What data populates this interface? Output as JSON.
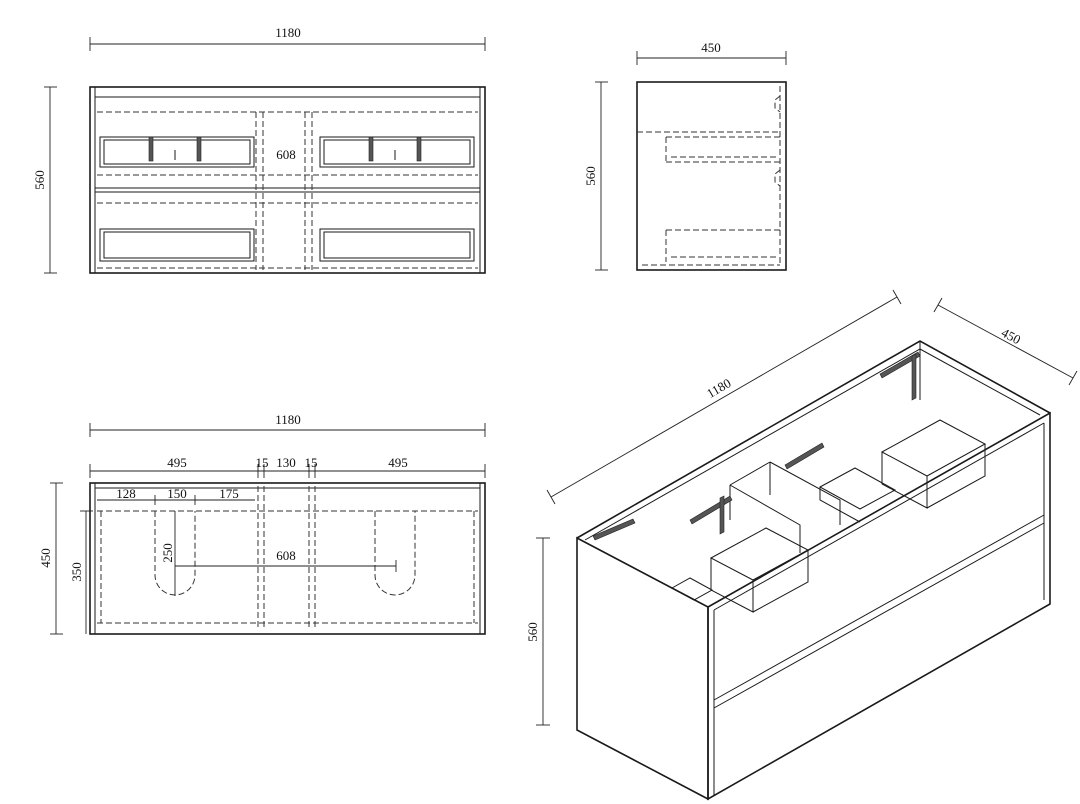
{
  "front_view": {
    "width": "1180",
    "height": "560",
    "inner_span": "608"
  },
  "side_view": {
    "depth": "450",
    "height": "560"
  },
  "top_view": {
    "width": "1180",
    "depth": "450",
    "left_section": "495",
    "gap_left": "15",
    "center": "130",
    "gap_right": "15",
    "right_section": "495",
    "cutout_offset": "128",
    "cutout_width": "150",
    "cutout_right": "175",
    "cutout_depth": "350",
    "cutout_radius": "250",
    "center_span": "608"
  },
  "iso_view": {
    "width": "1180",
    "depth": "450",
    "height": "560"
  }
}
